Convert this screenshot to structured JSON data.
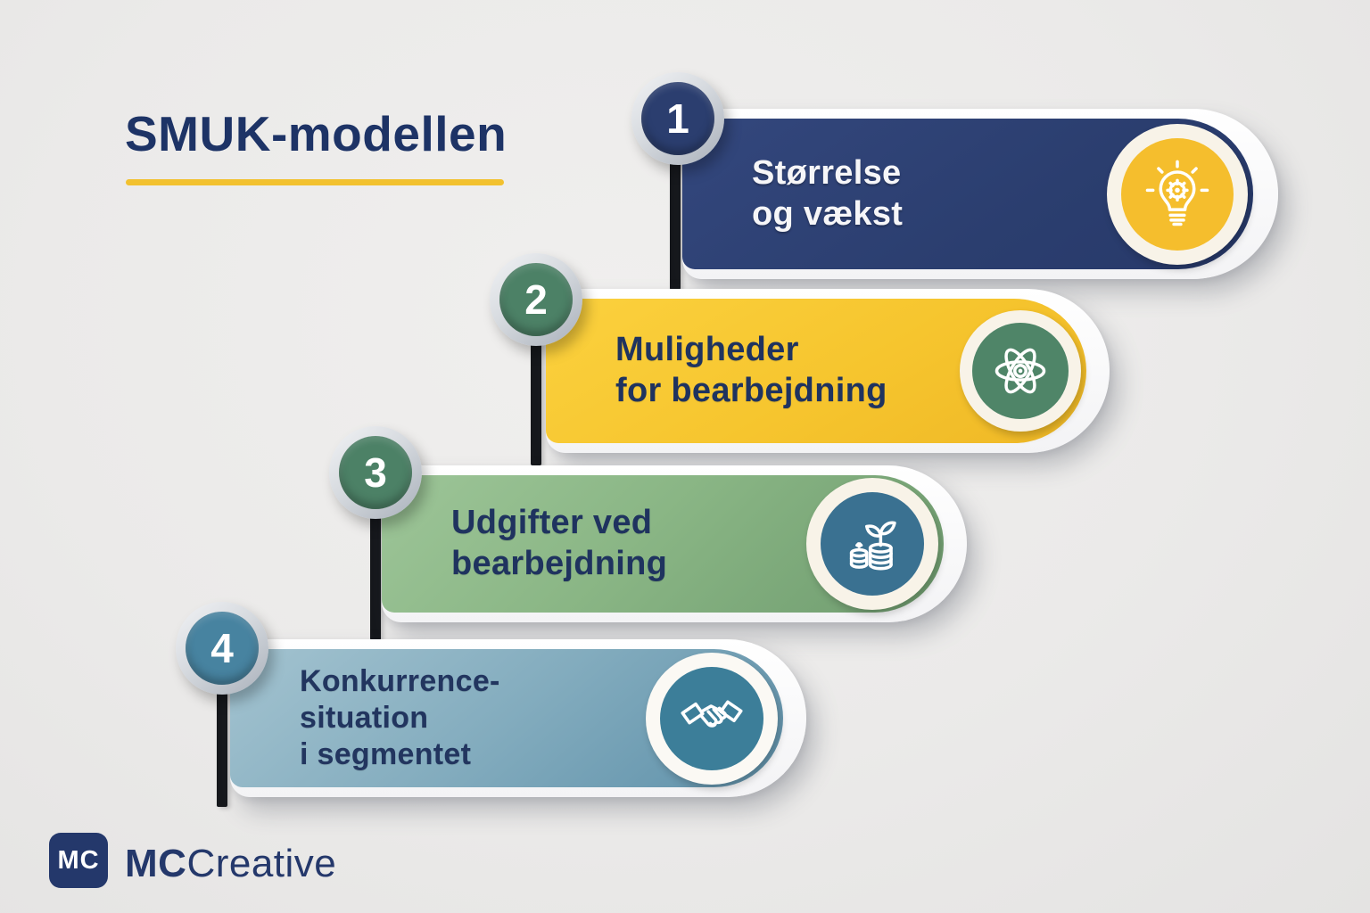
{
  "title": {
    "text": "SMUK-modellen",
    "color": "#1D3366",
    "underline_color": "#F2C12F"
  },
  "background_color": "#ECEBEA",
  "steps": [
    {
      "number": "1",
      "lines": [
        "Størrelse",
        "og vækst"
      ],
      "bar_color": "#2B3E6F",
      "text_color": "#FFFFFF",
      "badge_color": "#2B3E6F",
      "icon": "lightbulb-gear-icon",
      "icon_circle_color": "#F5BE2D"
    },
    {
      "number": "2",
      "lines": [
        "Muligheder",
        "for bearbejdning"
      ],
      "bar_color": "#F6C52E",
      "text_color": "#1F335F",
      "badge_color": "#4C8166",
      "icon": "atom-icon",
      "icon_circle_color": "#4F8568"
    },
    {
      "number": "3",
      "lines": [
        "Udgifter ved",
        "bearbejdning"
      ],
      "bar_color": "#8AB685",
      "text_color": "#1F335F",
      "badge_color": "#4C8166",
      "icon": "coins-growth-icon",
      "icon_circle_color": "#3A7191"
    },
    {
      "number": "4",
      "lines": [
        "Konkurrence-",
        "situation",
        "i segmentet"
      ],
      "bar_color": "#83ACBE",
      "text_color": "#22355F",
      "badge_color": "#4783A0",
      "icon": "handshake-icon",
      "icon_circle_color": "#3C7E99"
    }
  ],
  "connector_color": "#16181C",
  "logo": {
    "mark": "MC",
    "brand_bold": "MC",
    "brand_light": "Creative",
    "color": "#24386B"
  }
}
